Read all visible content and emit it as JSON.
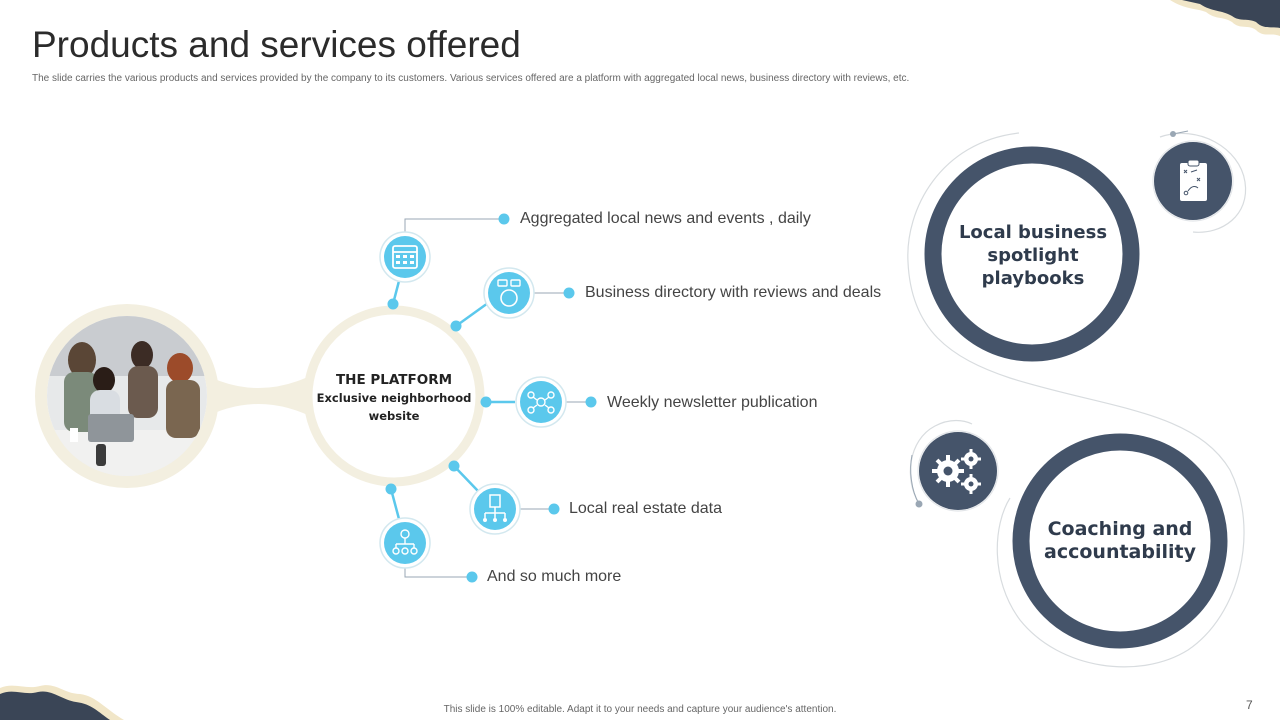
{
  "slide": {
    "title": "Products and services offered",
    "subtitle": "The slide carries the various products and services provided by the company to its customers. Various services offered are a platform with aggregated local news, business directory with reviews, etc.",
    "footer": "This slide is 100% editable. Adapt it to your needs and capture your audience's attention.",
    "page_number": "7"
  },
  "platform": {
    "title": "THE PLATFORM",
    "line1": "Exclusive neighborhood",
    "line2": "website"
  },
  "services": [
    {
      "label": "Aggregated local news and events , daily",
      "icon": "calendar-icon"
    },
    {
      "label": "Business directory with reviews and deals",
      "icon": "chat-globe-icon"
    },
    {
      "label": "Weekly newsletter publication",
      "icon": "network-icon"
    },
    {
      "label": "Local real estate data",
      "icon": "building-icon"
    },
    {
      "label": "And so much more",
      "icon": "people-network-icon"
    }
  ],
  "offerings": [
    {
      "line1": "Local business",
      "line2": "spotlight",
      "line3": "playbooks",
      "icon": "playbook-clipboard-icon"
    },
    {
      "line1": "Coaching and",
      "line2": "accountability",
      "icon": "gears-icon"
    }
  ],
  "colors": {
    "accent": "#5bc8ec",
    "dark": "#45546a",
    "cream": "#f3efe0",
    "line": "#9aa7b4"
  }
}
